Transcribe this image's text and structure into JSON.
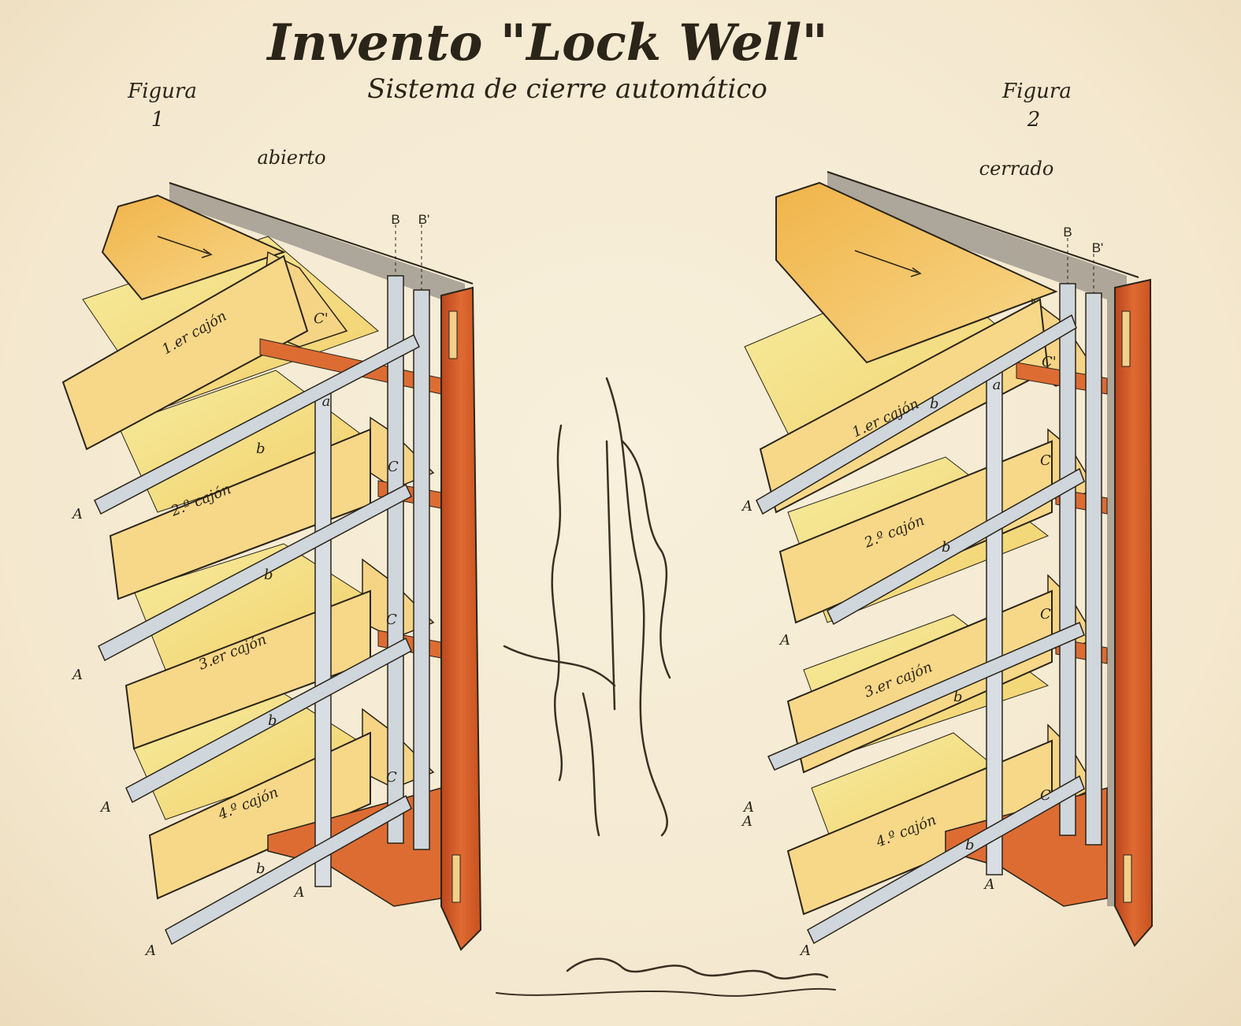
{
  "title": "Invento \"Lock Well\"",
  "subtitle": "Sistema de cierre automático",
  "figures": [
    {
      "heading": "Figura",
      "number": "1",
      "state": "abierto",
      "rod_labels": [
        "B",
        "B'"
      ],
      "drawers": [
        "1.er cajón",
        "2.º cajón",
        "3.er cajón",
        "4.º cajón"
      ],
      "stop_labels": [
        "C'",
        "C",
        "C",
        "C"
      ],
      "bar_label": "b",
      "rod_label": "a",
      "end_label": "A",
      "tip_label": "A"
    },
    {
      "heading": "Figura",
      "number": "2",
      "state": "cerrado",
      "rod_labels": [
        "B",
        "B'"
      ],
      "drawers": [
        "1.er cajón",
        "2.º cajón",
        "3.er cajón",
        "4.º cajón"
      ],
      "stop_labels": [
        "C'",
        "C",
        "C",
        "C"
      ],
      "bar_label": "b",
      "rod_label": "a",
      "end_label": "A",
      "tip_label": "A"
    }
  ],
  "colors": {
    "paper": "#f6ecd6",
    "drawer": "#f7d889",
    "drawer_dark": "#eeb54a",
    "drawer_light": "#f3ea9a",
    "rail": "#cfd6dc",
    "post": "#d9662e",
    "shadow": "#8f8a80",
    "ink": "#2b2418"
  },
  "signature_icon": "handwritten-signature-icon"
}
